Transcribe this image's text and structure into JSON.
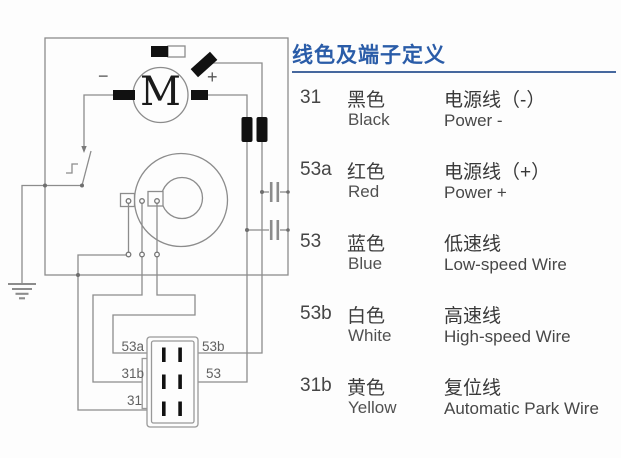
{
  "diagram": {
    "motor_label": "M",
    "minus_label": "−",
    "plus_label": "+",
    "connector_pins": {
      "top_left": "53a",
      "top_right": "53b",
      "mid_left": "31b",
      "mid_right": "53",
      "bottom_left": "31"
    }
  },
  "legend": {
    "title": "线色及端子定义",
    "title_color": "#2a5ca8",
    "rule_color": "#46689e",
    "rows": [
      {
        "terminal": "31",
        "color_cn": "黑色",
        "color_en": "Black",
        "def_cn": "电源线（-）",
        "def_en": "Power -"
      },
      {
        "terminal": "53a",
        "color_cn": "红色",
        "color_en": "Red",
        "def_cn": "电源线（+）",
        "def_en": "Power +"
      },
      {
        "terminal": "53",
        "color_cn": "蓝色",
        "color_en": "Blue",
        "def_cn": "低速线",
        "def_en": "Low-speed Wire"
      },
      {
        "terminal": "53b",
        "color_cn": "白色",
        "color_en": "White",
        "def_cn": "高速线",
        "def_en": "High-speed Wire"
      },
      {
        "terminal": "31b",
        "color_cn": "黄色",
        "color_en": "Yellow",
        "def_cn": "复位线",
        "def_en": "Automatic Park Wire"
      }
    ]
  }
}
